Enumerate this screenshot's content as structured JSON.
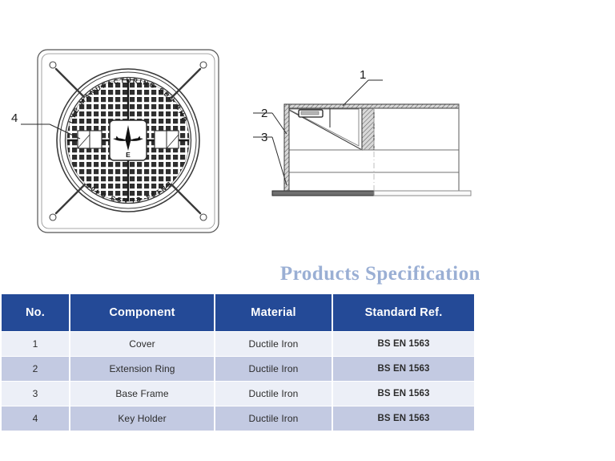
{
  "title": "Products Specification",
  "drawings": {
    "plan": {
      "name": "manhole-cover-plan-view",
      "top_arc_text": "LYE MANUFACTURING SDN BHD",
      "bottom_arc_text": "EN124 CLASS D400",
      "center_logo_letter": "E",
      "callout": "4"
    },
    "section": {
      "name": "manhole-cover-section-view",
      "callouts": [
        "1",
        "2",
        "3"
      ]
    }
  },
  "table": {
    "columns": [
      "No.",
      "Component",
      "Material",
      "Standard Ref."
    ],
    "rows": [
      {
        "no": "1",
        "component": "Cover",
        "material": "Ductile Iron",
        "standard": "BS EN 1563"
      },
      {
        "no": "2",
        "component": "Extension Ring",
        "material": "Ductile Iron",
        "standard": "BS EN 1563"
      },
      {
        "no": "3",
        "component": "Base Frame",
        "material": "Ductile Iron",
        "standard": "BS EN 1563"
      },
      {
        "no": "4",
        "component": "Key Holder",
        "material": "Ductile Iron",
        "standard": "BS EN 1563"
      }
    ]
  },
  "colors": {
    "header_blue": "#244a97",
    "row_light": "#eceff7",
    "row_dark": "#c3cae2",
    "title_blue": "#9aafd4",
    "line": "#3a3a3a"
  }
}
